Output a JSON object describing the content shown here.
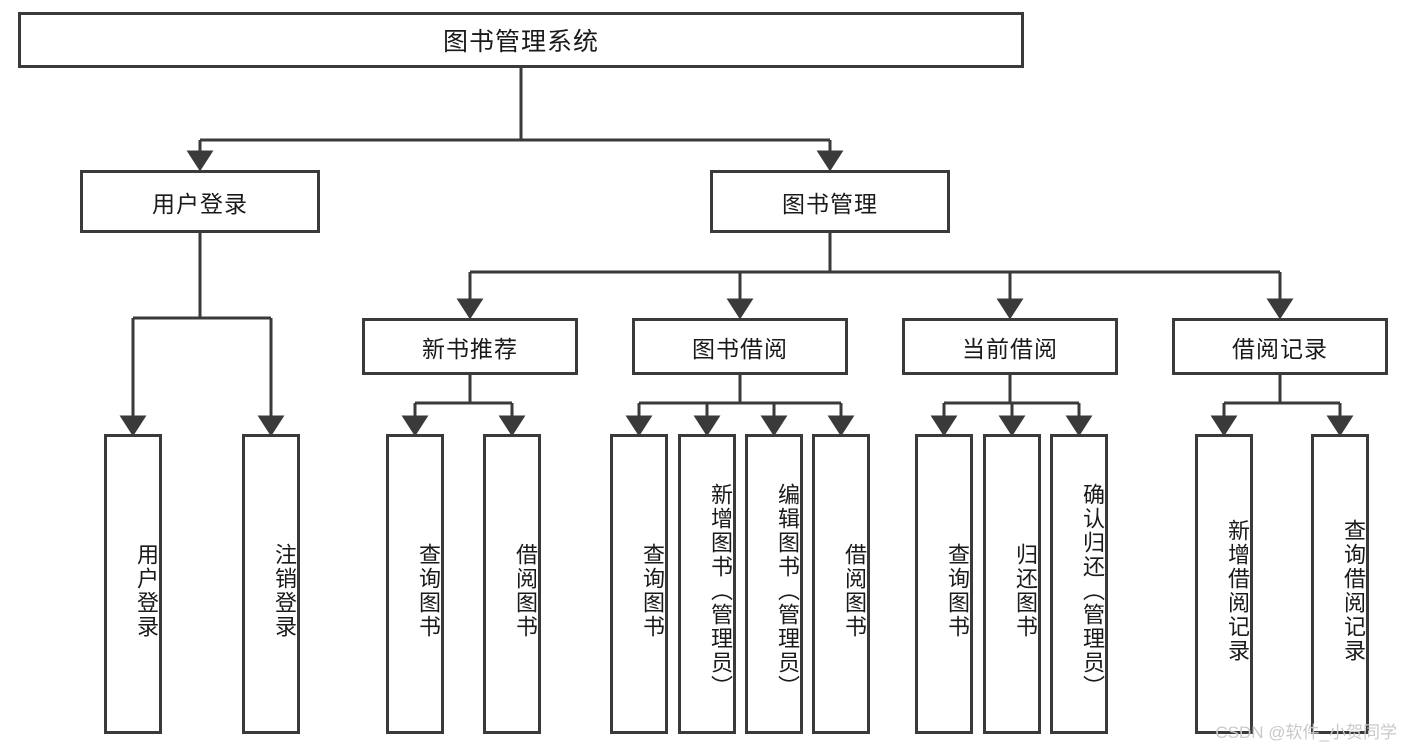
{
  "diagram": {
    "title": "图书管理系统",
    "type": "tree-hierarchy-diagram",
    "colors": {
      "box_border": "#3a3a3a",
      "box_fill": "#ffffff",
      "connector": "#3a3a3a",
      "text": "#1a1a1a",
      "watermark": "#c9c9c9"
    },
    "levels": {
      "root": {
        "label": "图书管理系统"
      },
      "level2": [
        {
          "label": "用户登录"
        },
        {
          "label": "图书管理"
        }
      ],
      "level3": [
        {
          "label": "新书推荐",
          "parent": "图书管理"
        },
        {
          "label": "图书借阅",
          "parent": "图书管理"
        },
        {
          "label": "当前借阅",
          "parent": "图书管理"
        },
        {
          "label": "借阅记录",
          "parent": "图书管理"
        }
      ],
      "leaves": {
        "user_login": [
          {
            "label": "用户登录"
          },
          {
            "label": "注销登录"
          }
        ],
        "new_book_recommend": [
          {
            "label": "查询图书"
          },
          {
            "label": "借阅图书"
          }
        ],
        "book_borrow": [
          {
            "label": "查询图书"
          },
          {
            "label": "新增图书（管理员）"
          },
          {
            "label": "编辑图书（管理员）"
          },
          {
            "label": "借阅图书"
          }
        ],
        "current_borrow": [
          {
            "label": "查询图书"
          },
          {
            "label": "归还图书"
          },
          {
            "label": "确认归还（管理员）"
          }
        ],
        "borrow_record": [
          {
            "label": "新增借阅记录"
          },
          {
            "label": "查询借阅记录"
          }
        ]
      }
    }
  },
  "watermark": {
    "text": "CSDN @软件_小贺同学"
  }
}
